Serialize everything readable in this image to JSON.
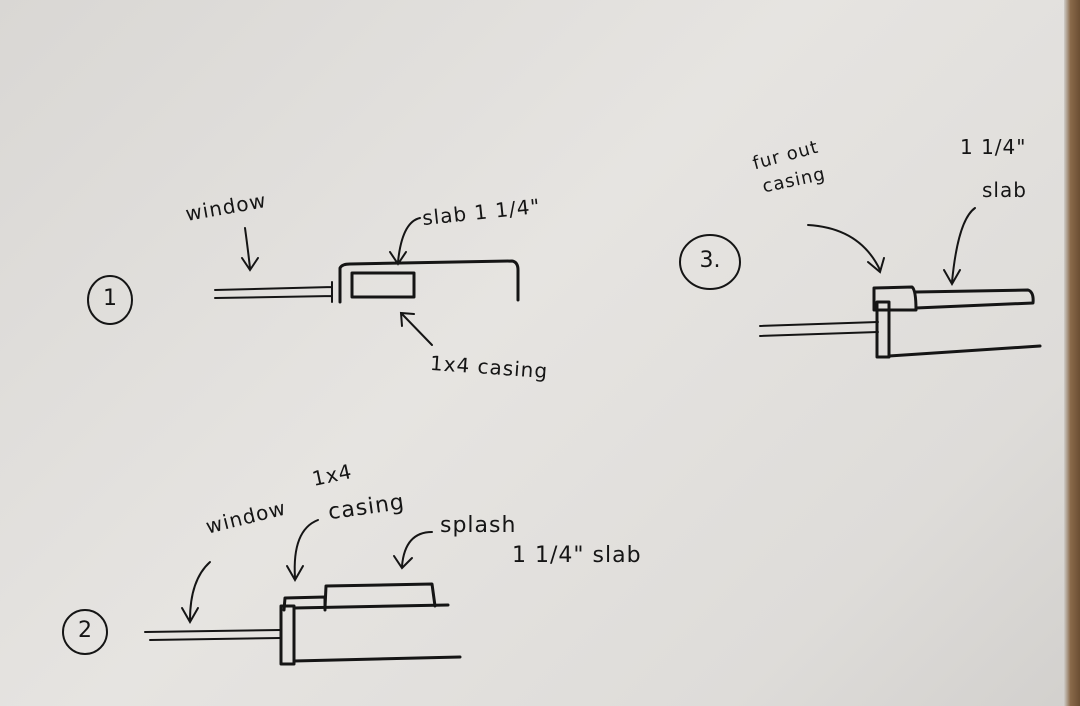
{
  "sketch1": {
    "number": "1",
    "window_label": "window",
    "slab_label": "slab 1 1/4\"",
    "casing_label": "1x4 casing"
  },
  "sketch2": {
    "number": "2",
    "window_label": "window",
    "casing_label_line1": "1x4",
    "casing_label_line2": "casing",
    "splash_label": "splash",
    "slab_label": "1 1/4\" slab"
  },
  "sketch3": {
    "number": "3.",
    "casing_label_line1": "fur out",
    "casing_label_line2": "casing",
    "slab_label_line1": "1 1/4\"",
    "slab_label_line2": "slab"
  }
}
